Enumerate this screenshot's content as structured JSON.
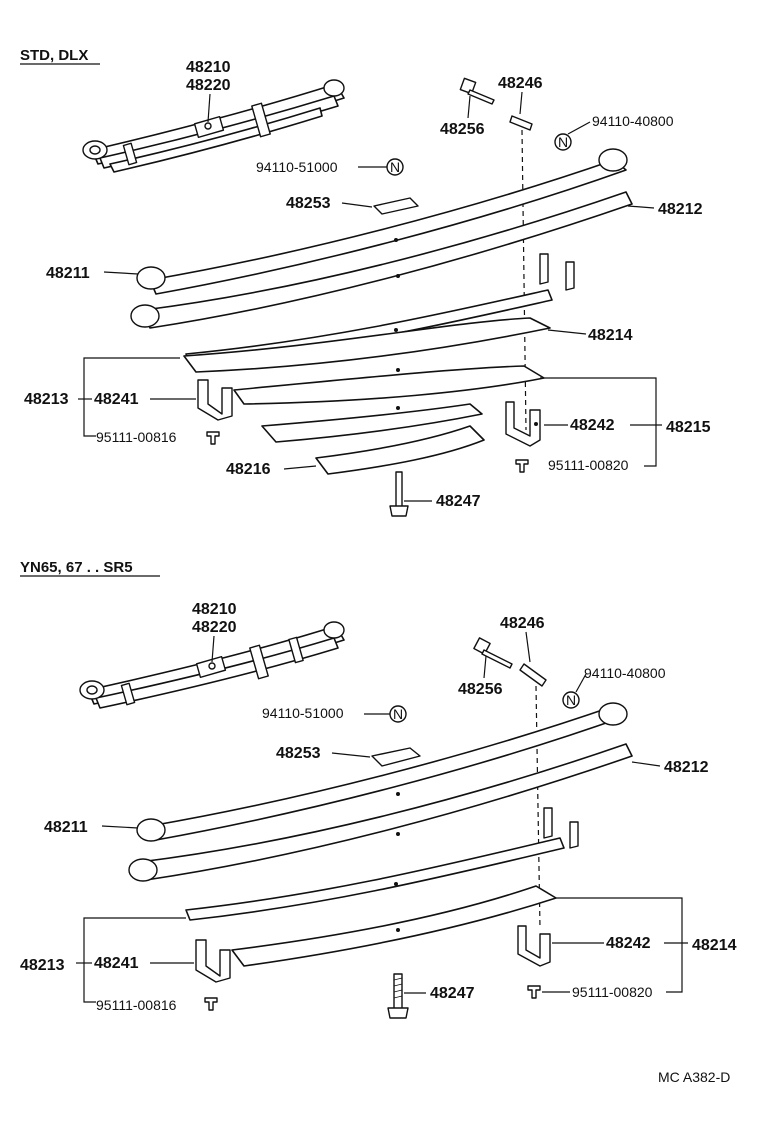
{
  "sections": [
    {
      "title": "STD, DLX",
      "labels": {
        "p48210": "48210",
        "p48220": "48220",
        "p48246": "48246",
        "p48256": "48256",
        "n9411040800": "94110-40800",
        "n9411051000": "94110-51000",
        "p48253": "48253",
        "p48212": "48212",
        "p48211": "48211",
        "p48214": "48214",
        "p48213": "48213",
        "p48241": "48241",
        "p48242": "48242",
        "p48215": "48215",
        "n9511100816": "95111-00816",
        "n9511100820": "95111-00820",
        "p48216": "48216",
        "p48247": "48247"
      }
    },
    {
      "title": "YN65, 67 . . SR5",
      "labels": {
        "p48210": "48210",
        "p48220": "48220",
        "p48246": "48246",
        "p48256": "48256",
        "n9411040800": "94110-40800",
        "n9411051000": "94110-51000",
        "p48253": "48253",
        "p48212": "48212",
        "p48211": "48211",
        "p48213": "48213",
        "p48241": "48241",
        "p48242": "48242",
        "p48214": "48214",
        "n9511100816": "95111-00816",
        "n9511100820": "95111-00820",
        "p48247": "48247"
      }
    }
  ],
  "nut_symbol": "N",
  "figure_code": "MC A382-D"
}
